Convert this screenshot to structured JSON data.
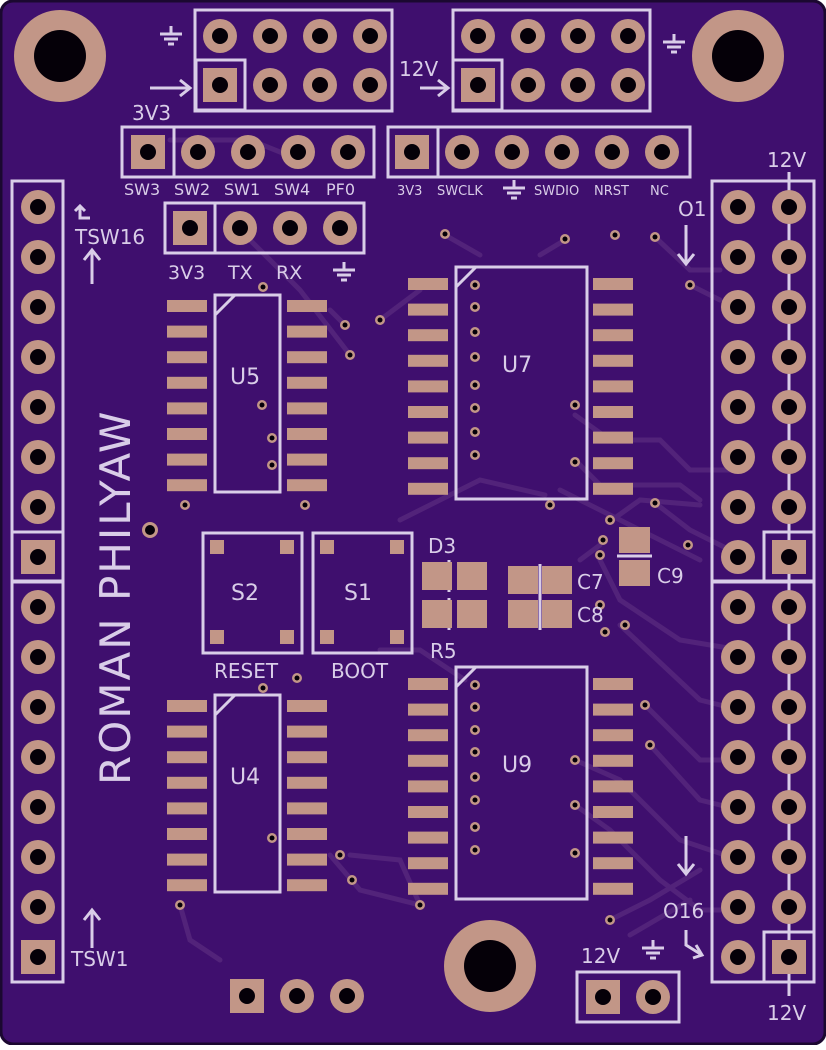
{
  "colors": {
    "board": "#3f0f6e",
    "silkscreen": "#d9cde8",
    "copper": "#c29687",
    "hole": "#050008",
    "trace": "#52237a",
    "edge": "#1b0830"
  },
  "labels": {
    "author": "ROMAN PHILYAW",
    "v3v3_top": "3V3",
    "v12_top": "12V",
    "sw3": "SW3",
    "sw2": "SW2",
    "sw1": "SW1",
    "sw4": "SW4",
    "pf0": "PF0",
    "swd_3v3": "3V3",
    "swclk": "SWCLK",
    "swdio": "SWDIO",
    "nrst": "NRST",
    "nc": "NC",
    "uart_3v3": "3V3",
    "tx": "TX",
    "rx": "RX",
    "tsw16": "TSW16",
    "tsw1": "TSW1",
    "o1": "O1",
    "o16": "O16",
    "v12_right_top": "12V",
    "v12_right_bottom": "12V",
    "v12_power": "12V",
    "u5": "U5",
    "u7": "U7",
    "u4": "U4",
    "u9": "U9",
    "s1": "S1",
    "s2": "S2",
    "reset": "RESET",
    "boot": "BOOT",
    "d3": "D3",
    "r5": "R5",
    "c7": "C7",
    "c8": "C8",
    "c9": "C9"
  }
}
